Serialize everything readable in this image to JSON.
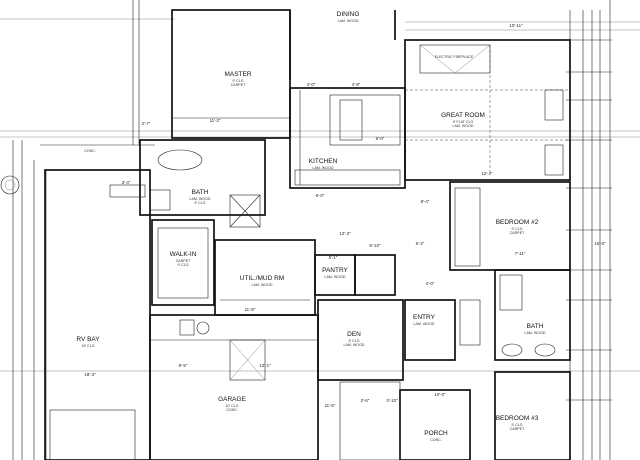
{
  "rooms": {
    "master": {
      "name": "MASTER",
      "line2": "9' CLG",
      "line3": "CARPET"
    },
    "dining": {
      "name": "DINING",
      "line2": "LAM. WOOD"
    },
    "great_room": {
      "name": "GREAT ROOM",
      "line2": "9' FLAT CLG",
      "line3": "LAM. WOOD"
    },
    "kitchen": {
      "name": "KITCHEN",
      "line2": "LAM. WOOD"
    },
    "bath_master": {
      "name": "BATH",
      "line2": "LAM. WOOD",
      "line3": "9' CLG"
    },
    "walk_in": {
      "name": "WALK-IN",
      "line2": "CARPET",
      "line3": "9' CLG"
    },
    "util_mud": {
      "name": "UTIL./MUD RM",
      "line2": "LAM. WOOD"
    },
    "pantry": {
      "name": "PANTRY",
      "line2": "LAM. WOOD"
    },
    "den": {
      "name": "DEN",
      "line2": "9' CLG",
      "line3": "LAM. WOOD"
    },
    "entry": {
      "name": "ENTRY",
      "line2": "LAM. WOOD"
    },
    "bedroom2": {
      "name": "BEDROOM #2",
      "line2": "9' CLG",
      "line3": "CARPET"
    },
    "bedroom3": {
      "name": "BEDROOM #3",
      "line2": "9' CLG",
      "line3": "CARPET"
    },
    "bath2": {
      "name": "BATH",
      "line2": "LAM. WOOD"
    },
    "rv_bay": {
      "name": "RV BAY",
      "line2": "16' CLG"
    },
    "garage": {
      "name": "GARAGE",
      "line2": "10' CLG",
      "line3": "CONC."
    },
    "porch": {
      "name": "PORCH",
      "line2": "CONC."
    }
  },
  "notes": {
    "fireplace": "ELECTRIC FIREPLACE",
    "conc": "CONC."
  },
  "dimensions": [
    "11'-3\"",
    "18'-3\"",
    "8'-5\"",
    "12'-1\"",
    "11'-8\"",
    "5'-1\"",
    "12'-3\"",
    "8'-10\"",
    "7'-11\"",
    "8'-4\"",
    "12'-4\"",
    "3'-4\"",
    "6'-0\"",
    "11'-6\"",
    "10'-11\"",
    "4'-0\"",
    "4'-8\"",
    "2'-7\"",
    "9'-0\"",
    "5'-2\"",
    "15'-0\"",
    "4'-0\"",
    "2'-6\"",
    "3'-10\"",
    "10'-0\""
  ]
}
